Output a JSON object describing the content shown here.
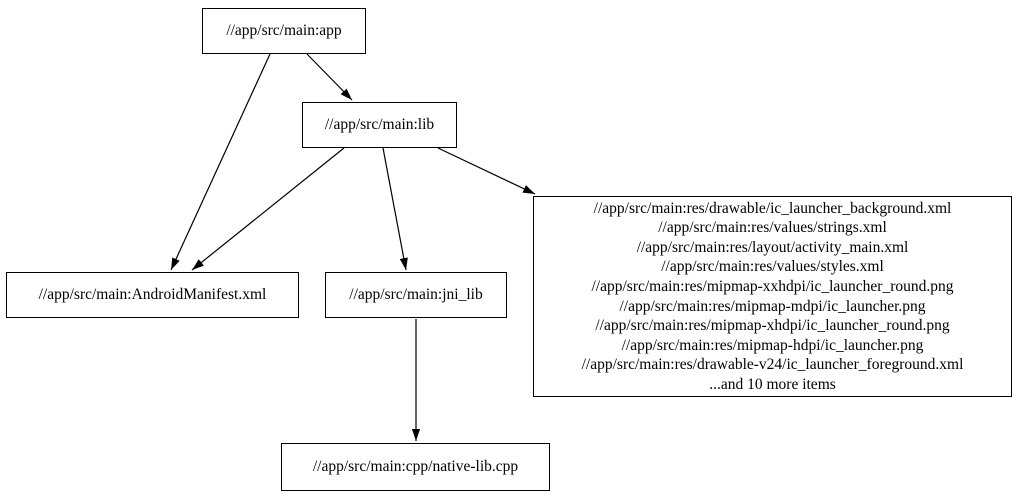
{
  "graph": {
    "background_color": "#ffffff",
    "node_border_color": "#000000",
    "edge_color": "#000000",
    "text_color": "#000000",
    "nodes": {
      "app": {
        "label": "//app/src/main:app"
      },
      "lib": {
        "label": "//app/src/main:lib"
      },
      "android_manifest": {
        "label": "//app/src/main:AndroidManifest.xml"
      },
      "jni_lib": {
        "label": "//app/src/main:jni_lib"
      },
      "res_files": {
        "lines": [
          "//app/src/main:res/drawable/ic_launcher_background.xml",
          "//app/src/main:res/values/strings.xml",
          "//app/src/main:res/layout/activity_main.xml",
          "//app/src/main:res/values/styles.xml",
          "//app/src/main:res/mipmap-xxhdpi/ic_launcher_round.png",
          "//app/src/main:res/mipmap-mdpi/ic_launcher.png",
          "//app/src/main:res/mipmap-xhdpi/ic_launcher_round.png",
          "//app/src/main:res/mipmap-hdpi/ic_launcher.png",
          "//app/src/main:res/drawable-v24/ic_launcher_foreground.xml",
          "...and 10 more items"
        ]
      },
      "native_lib_cpp": {
        "label": "//app/src/main:cpp/native-lib.cpp"
      }
    },
    "edges": [
      {
        "from": "app",
        "to": "android_manifest"
      },
      {
        "from": "app",
        "to": "lib"
      },
      {
        "from": "lib",
        "to": "android_manifest"
      },
      {
        "from": "lib",
        "to": "jni_lib"
      },
      {
        "from": "lib",
        "to": "res_files"
      },
      {
        "from": "jni_lib",
        "to": "native_lib_cpp"
      }
    ]
  }
}
